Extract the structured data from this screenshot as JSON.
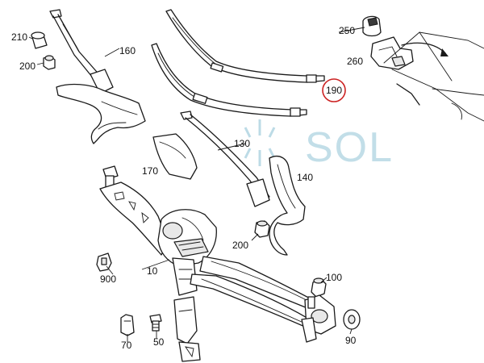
{
  "labels": {
    "p210": "210",
    "p200a": "200",
    "p160": "160",
    "p190": "190",
    "p250": "250",
    "p260": "260",
    "p130": "130",
    "p140": "140",
    "p170": "170",
    "p200b": "200",
    "p100": "100",
    "p10": "10",
    "p900": "900",
    "p70": "70",
    "p50": "50",
    "p90": "90"
  },
  "watermark": {
    "text": "SOL"
  },
  "colors": {
    "line": "#1a1a1a",
    "highlight_circle": "#cc2222",
    "watermark": "#8fc3d6"
  }
}
